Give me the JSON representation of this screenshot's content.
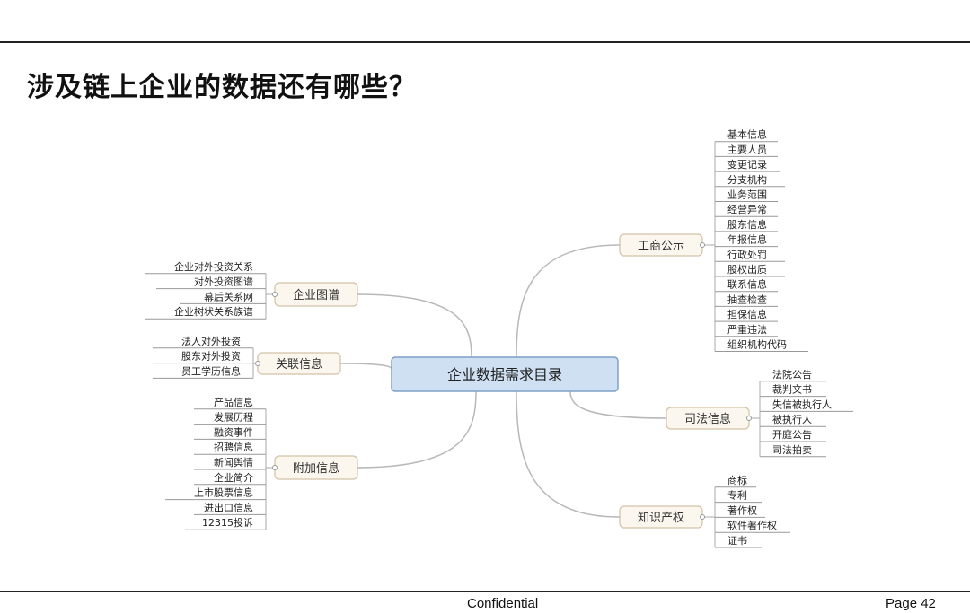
{
  "title": "涉及链上企业的数据还有哪些？",
  "footer": {
    "center": "Confidential",
    "page": "Page 42"
  },
  "mindmap": {
    "center": "企业数据需求目录",
    "branches": [
      {
        "label": "工商公示",
        "side": "right",
        "leaves": [
          "基本信息",
          "主要人员",
          "变更记录",
          "分支机构",
          "业务范围",
          "经营异常",
          "股东信息",
          "年报信息",
          "行政处罚",
          "股权出质",
          "联系信息",
          "抽查检查",
          "担保信息",
          "严重违法",
          "组织机构代码"
        ]
      },
      {
        "label": "司法信息",
        "side": "right",
        "leaves": [
          "法院公告",
          "裁判文书",
          "失信被执行人",
          "被执行人",
          "开庭公告",
          "司法拍卖"
        ]
      },
      {
        "label": "知识产权",
        "side": "right",
        "leaves": [
          "商标",
          "专利",
          "著作权",
          "软件著作权",
          "证书"
        ]
      },
      {
        "label": "企业图谱",
        "side": "left",
        "leaves": [
          "企业对外投资关系",
          "对外投资图谱",
          "幕后关系网",
          "企业树状关系族谱"
        ]
      },
      {
        "label": "关联信息",
        "side": "left",
        "leaves": [
          "法人对外投资",
          "股东对外投资",
          "员工学历信息"
        ]
      },
      {
        "label": "附加信息",
        "side": "left",
        "leaves": [
          "产品信息",
          "发展历程",
          "融资事件",
          "招聘信息",
          "新闻舆情",
          "企业简介",
          "上市股票信息",
          "进出口信息",
          "12315投诉"
        ]
      }
    ]
  }
}
